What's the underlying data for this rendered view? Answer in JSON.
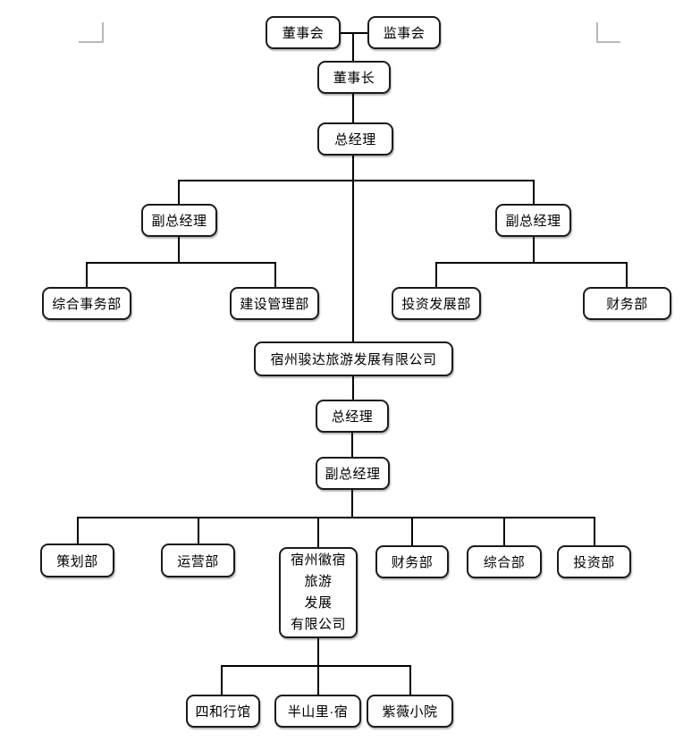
{
  "diagram": {
    "type": "org-chart",
    "colors": {
      "background": "#ffffff",
      "connector": "#000000",
      "box_border": "#1b1b1b",
      "box_fill": "#ffffff",
      "margin_mark": "#b9b9b9"
    },
    "nodes": {
      "board": {
        "label": "董事会"
      },
      "supervisory": {
        "label": "监事会"
      },
      "chairman": {
        "label": "董事长"
      },
      "gm_top": {
        "label": "总经理"
      },
      "dgm_left": {
        "label": "副总经理"
      },
      "dgm_right": {
        "label": "副总经理"
      },
      "general_affairs_dept": {
        "label": "综合事务部"
      },
      "construction_mgmt_dept": {
        "label": "建设管理部"
      },
      "investment_dev_dept": {
        "label": "投资发展部"
      },
      "finance_dept_upper": {
        "label": "财务部"
      },
      "junda_company": {
        "label": "宿州骏达旅游发展有限公司"
      },
      "gm_mid": {
        "label": "总经理"
      },
      "dgm_mid": {
        "label": "副总经理"
      },
      "planning_dept": {
        "label": "策划部"
      },
      "operations_dept": {
        "label": "运营部"
      },
      "huisu_company": {
        "lines": [
          "宿州徽宿",
          "旅游",
          "发展",
          "有限公司"
        ]
      },
      "finance_dept_lower": {
        "label": "财务部"
      },
      "general_dept": {
        "label": "综合部"
      },
      "investment_dept": {
        "label": "投资部"
      },
      "sihe_hotel": {
        "label": "四和行馆"
      },
      "banshanli_hotel": {
        "label": "半山里·宿"
      },
      "ziwei_hotel": {
        "label": "紫薇小院"
      }
    }
  }
}
